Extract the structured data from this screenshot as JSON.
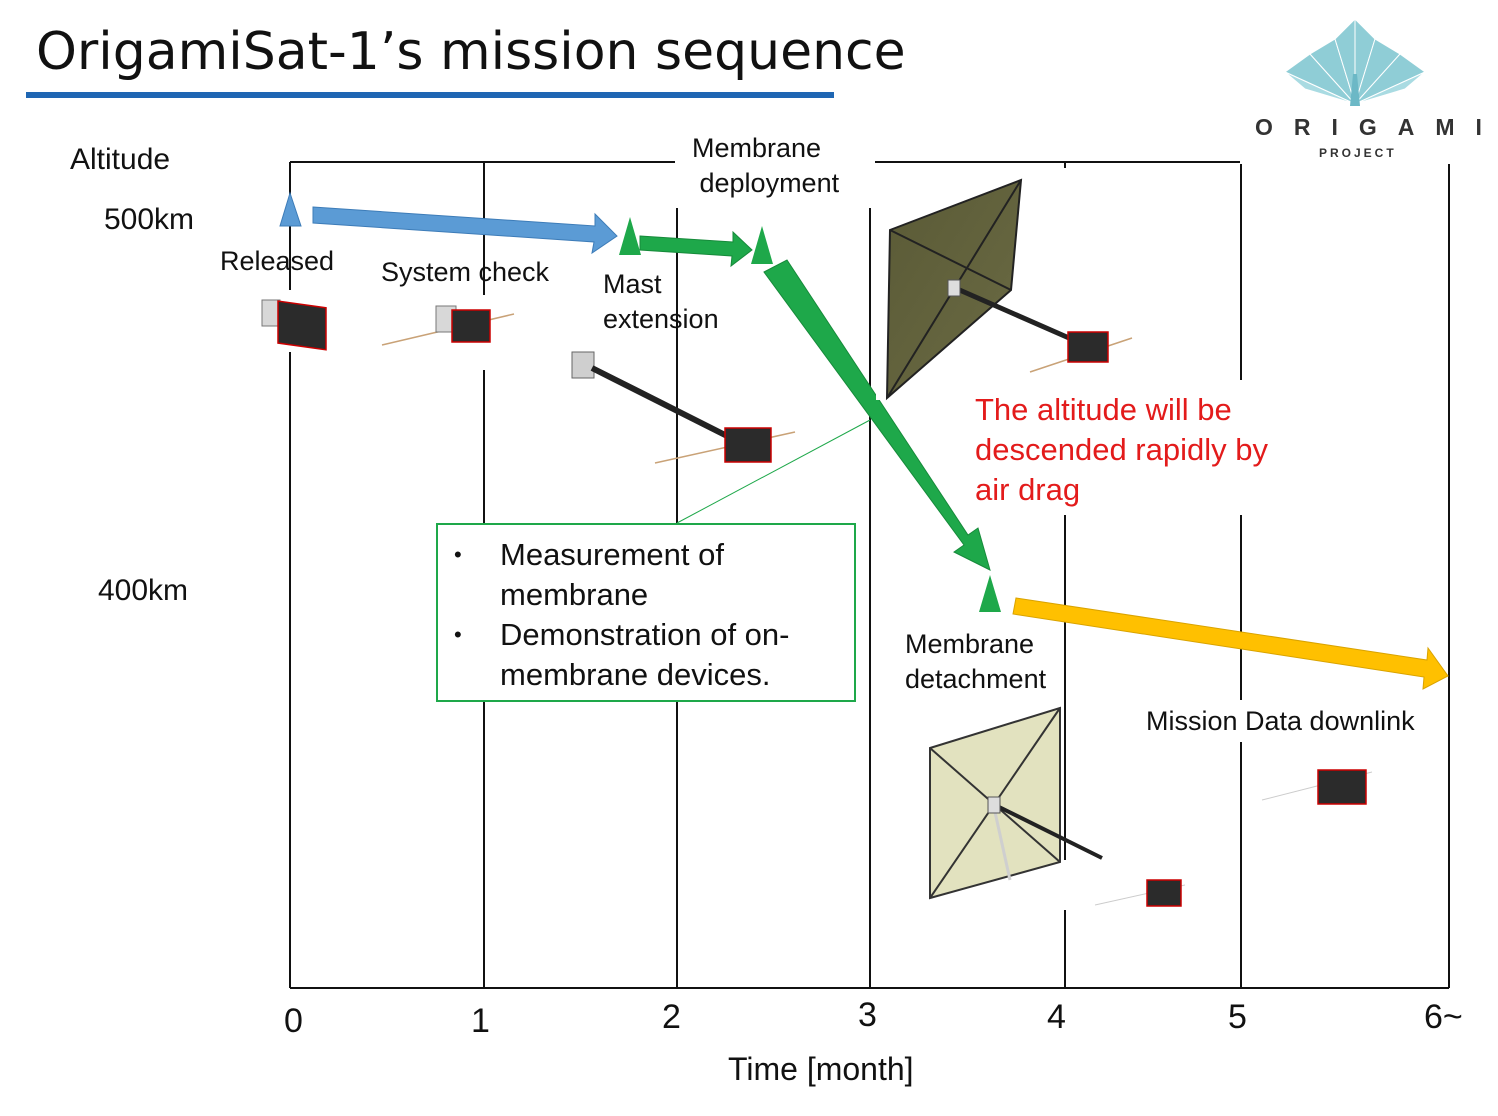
{
  "title": "OrigamiSat-1’s mission sequence",
  "logo": {
    "word": "ORIGAMI",
    "sub": "PROJECT"
  },
  "y_axis": {
    "label": "Altitude",
    "ticks": [
      "500km",
      "400km"
    ]
  },
  "x_axis": {
    "label": "Time [month]",
    "ticks": [
      "0",
      "1",
      "2",
      "3",
      "4",
      "5",
      "6~"
    ]
  },
  "stages": {
    "released": "Released",
    "system_check": "System check",
    "mast_extension": "Mast\nextension",
    "membrane_deployment": "Membrane\n deployment",
    "membrane_detachment": "Membrane\ndetachment",
    "mission_downlink": "Mission Data downlink"
  },
  "note": "The altitude will be\ndescended rapidly by\nair drag",
  "info_box": {
    "items": [
      "Measurement of\nmembrane",
      "Demonstration of on-\nmembrane devices."
    ],
    "bullet": "•"
  },
  "colors": {
    "blue_arrow": "#5b9bd5",
    "green_arrow": "#1ea84a",
    "yellow_arrow": "#ffc000",
    "title_bar": "#1f66b3",
    "note_text": "#e31b1b"
  }
}
